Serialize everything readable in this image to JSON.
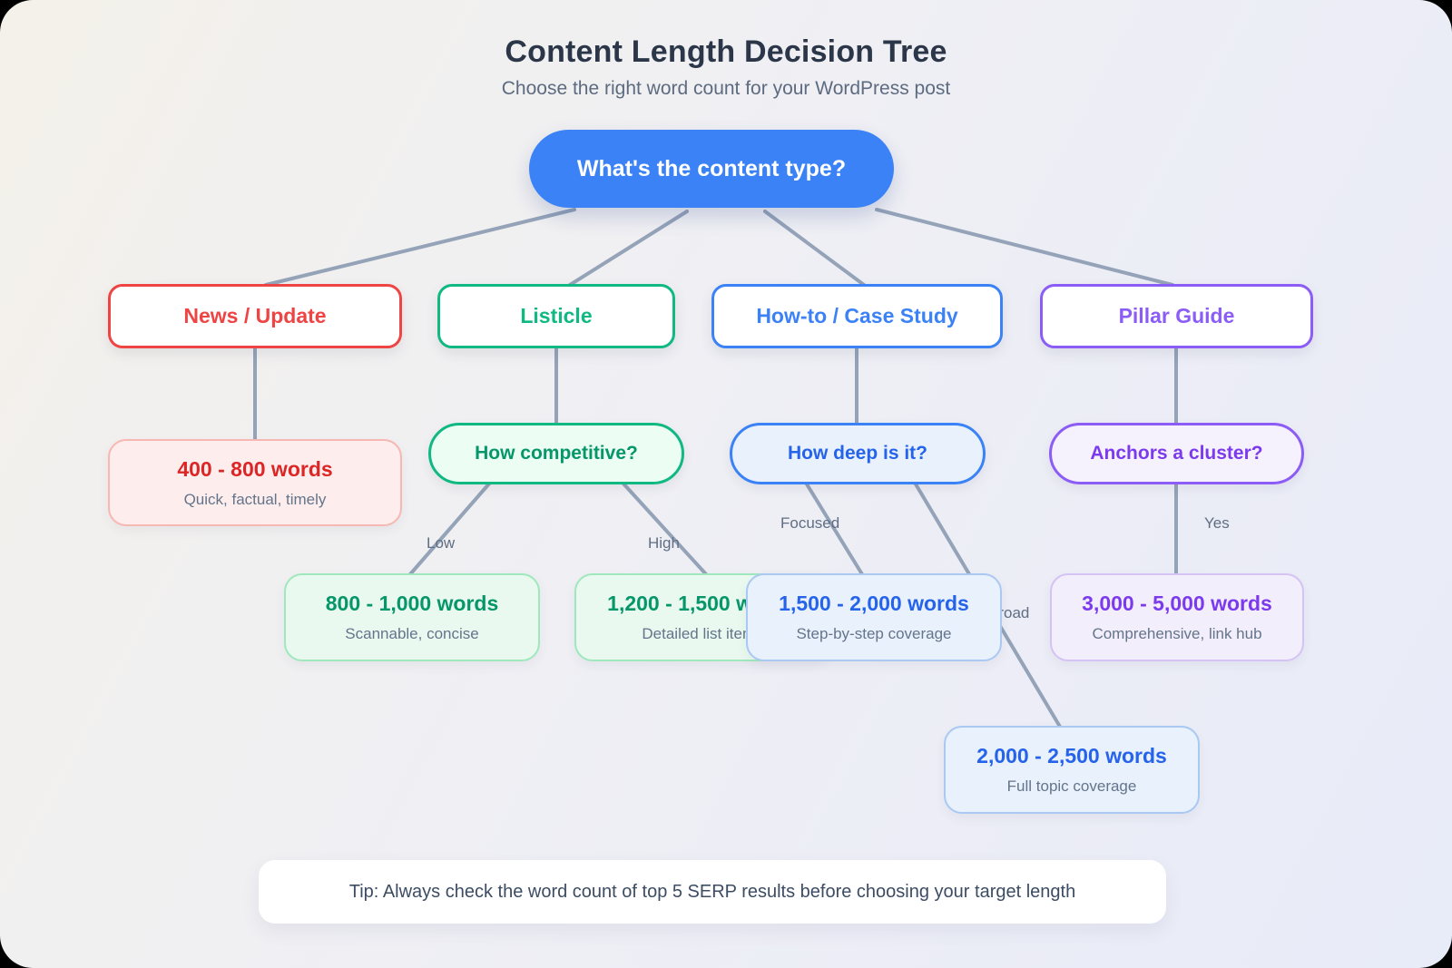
{
  "page": {
    "title": "Content Length Decision Tree",
    "subtitle": "Choose the right word count for your WordPress post",
    "tip": "Tip: Always check the word count of top 5 SERP results before choosing your target length"
  },
  "colors": {
    "root_blue": "#3b82f6",
    "news_red": "#ef4444",
    "listicle_green": "#10b981",
    "howto_blue": "#3b82f6",
    "pillar_purple": "#8b5cf6",
    "connector_gray": "#94a3b8"
  },
  "root": {
    "label": "What's the content type?"
  },
  "branches": {
    "news": {
      "label": "News / Update",
      "leaf": {
        "range": "400 - 800 words",
        "desc": "Quick, factual, timely"
      }
    },
    "listicle": {
      "label": "Listicle",
      "question": "How competitive?",
      "edge_low": "Low",
      "edge_high": "High",
      "leaf_low": {
        "range": "800 - 1,000 words",
        "desc": "Scannable, concise"
      },
      "leaf_high": {
        "range": "1,200 - 1,500 words",
        "desc": "Detailed list items"
      }
    },
    "howto": {
      "label": "How-to / Case Study",
      "question": "How deep is it?",
      "edge_focused": "Focused",
      "edge_broad": "Broad",
      "leaf_focused": {
        "range": "1,500 - 2,000 words",
        "desc": "Step-by-step coverage"
      },
      "leaf_broad": {
        "range": "2,000 - 2,500 words",
        "desc": "Full topic coverage"
      }
    },
    "pillar": {
      "label": "Pillar Guide",
      "question": "Anchors a cluster?",
      "edge_yes": "Yes",
      "leaf": {
        "range": "3,000 - 5,000 words",
        "desc": "Comprehensive, link hub"
      }
    }
  }
}
